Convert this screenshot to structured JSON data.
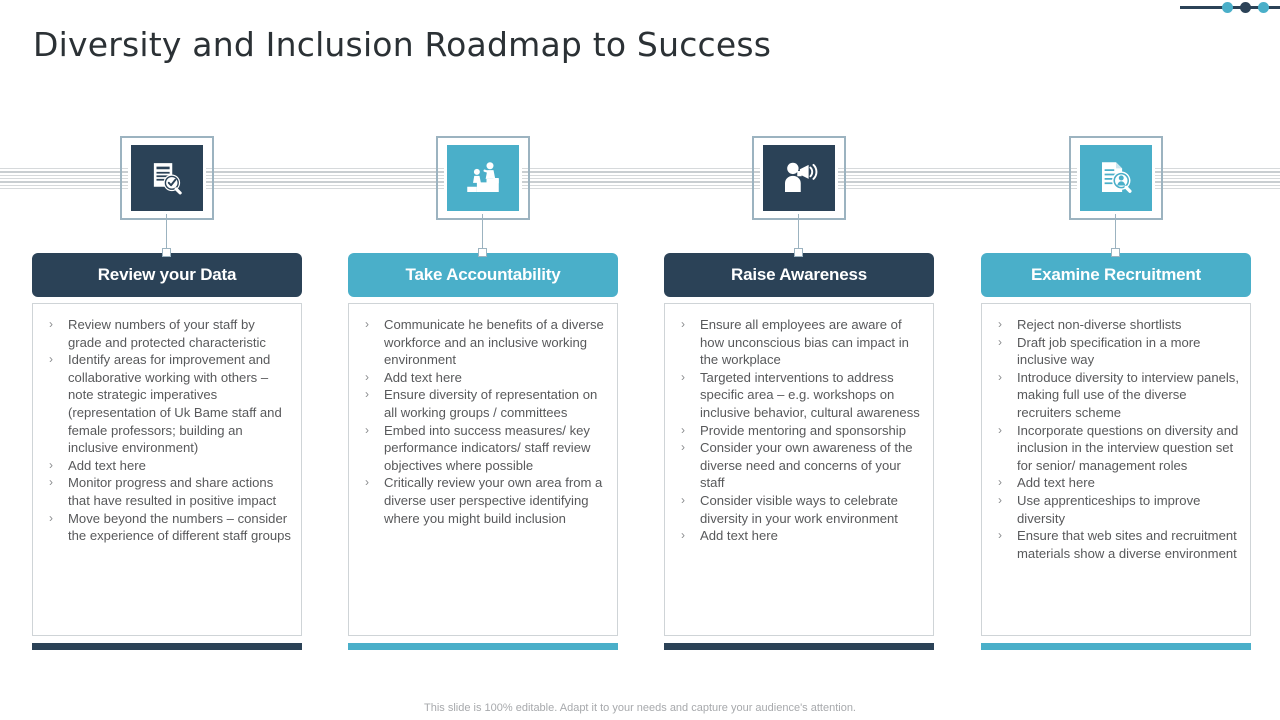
{
  "slide": {
    "title": "Diversity and Inclusion Roadmap to Success",
    "footer": "This slide is 100% editable. Adapt it to your needs and capture your audience's attention."
  },
  "theme": {
    "dark": "#2b4257",
    "light": "#4aafc9",
    "text": "#58595b",
    "title": "#2b3135",
    "border": "#cfd4d7",
    "footer_text": "#a7a9ac"
  },
  "decoration": {
    "dots": [
      "#4aafc9",
      "#2b4257",
      "#4aafc9"
    ],
    "bar_color": "#2b4257"
  },
  "columns": [
    {
      "id": "review-your-data",
      "header": "Review your Data",
      "tone": "dark",
      "icon": "document-magnifier-check-icon",
      "bullets": [
        "Review numbers of your staff by grade and protected characteristic",
        "Identify areas for improvement and collaborative working with others – note strategic imperatives (representation of Uk Bame staff and female professors; building an inclusive environment)",
        "Add text here",
        "Monitor progress and share actions that have resulted in positive impact",
        "Move beyond the numbers – consider the experience of different staff groups"
      ]
    },
    {
      "id": "take-accountability",
      "header": "Take Accountability",
      "tone": "light",
      "icon": "person-helping-up-steps-icon",
      "bullets": [
        "Communicate he benefits of a diverse workforce and an inclusive working environment",
        "Add text here",
        "Ensure diversity of representation on all working groups / committees",
        "Embed into success measures/ key performance indicators/ staff review objectives where possible",
        "Critically review your own area from a diverse user perspective identifying where you might build inclusion"
      ]
    },
    {
      "id": "raise-awareness",
      "header": "Raise Awareness",
      "tone": "dark",
      "icon": "person-megaphone-icon",
      "bullets": [
        "Ensure all employees are aware of how unconscious bias can impact in the workplace",
        "Targeted interventions to address specific area – e.g. workshops on inclusive behavior, cultural awareness",
        "Provide mentoring and sponsorship",
        "Consider your own awareness of the diverse need and concerns of your staff",
        "Consider visible ways to celebrate diversity in your work environment",
        "Add text here"
      ]
    },
    {
      "id": "examine-recruitment",
      "header": "Examine Recruitment",
      "tone": "light",
      "icon": "resume-magnifier-person-icon",
      "bullets": [
        "Reject non-diverse shortlists",
        "Draft job specification in a more inclusive way",
        "Introduce diversity to interview panels, making full use of the diverse recruiters scheme",
        "Incorporate questions on diversity and inclusion in the interview question set for senior/ management roles",
        "Add text here",
        "Use apprenticeships to improve diversity",
        "Ensure that web sites and recruitment materials show a diverse environment"
      ]
    }
  ]
}
